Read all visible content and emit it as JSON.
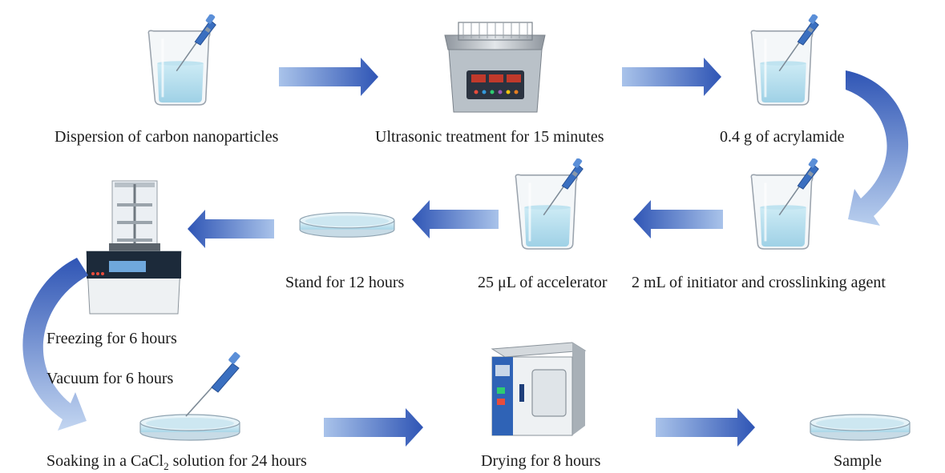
{
  "steps": {
    "s1": "Dispersion of carbon nanoparticles",
    "s2": "Ultrasonic treatment for 15 minutes",
    "s3": "0.4 g of acrylamide",
    "s4": "2 mL of initiator and crosslinking agent",
    "s5": "25 μL of accelerator",
    "s6": "Stand for 12 hours",
    "s7": "Freezing for 6 hours",
    "s8": "Vacuum for 6 hours",
    "s9_pre": "Soaking in a CaCl",
    "s9_sub": "2",
    "s9_post": " solution for 24 hours",
    "s10": "Drying for 8 hours",
    "s11": "Sample"
  },
  "colors": {
    "arrow_dark": "#2f55b5",
    "arrow_light": "#a9c3ea",
    "liquid": "#a8d8ea",
    "beaker_outline": "#9aa3ad",
    "pipette": "#3a6fc0",
    "panel": "#1c2a3a"
  },
  "icons": [
    "beaker-with-pipette-icon",
    "ultrasonic-bath-icon",
    "petri-dish-icon",
    "freeze-dryer-icon",
    "drying-oven-icon"
  ]
}
